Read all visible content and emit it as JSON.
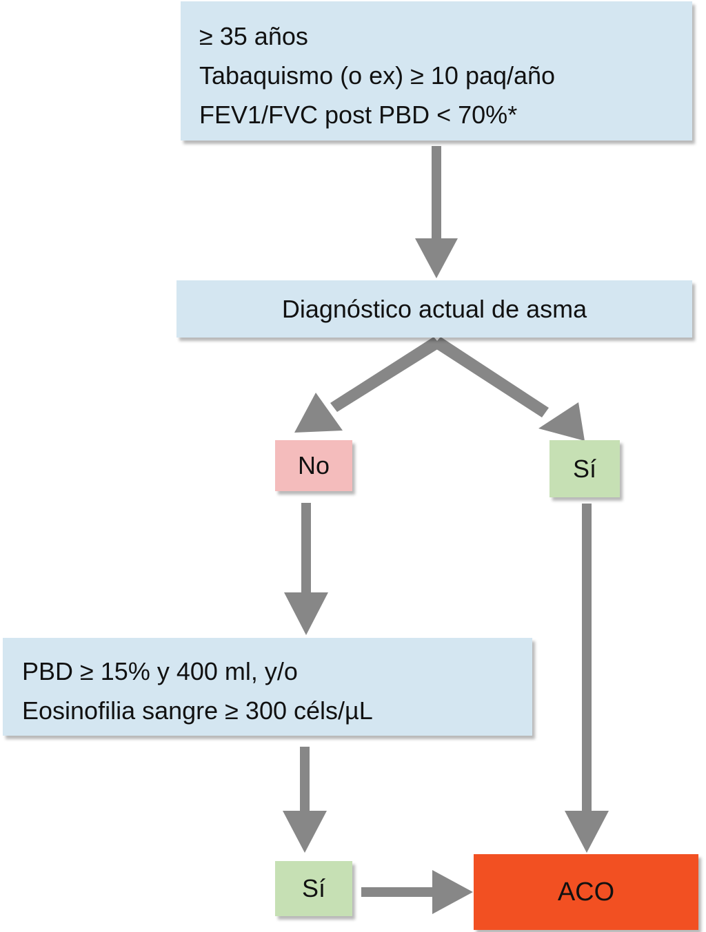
{
  "criteria": {
    "lines": [
      "≥ 35 años",
      "Tabaquismo (o ex) ≥ 10 paq/año",
      "FEV1/FVC post PBD < 70%*"
    ]
  },
  "asthma_box": {
    "label": "Diagnóstico actual de asma"
  },
  "branch_no": {
    "label": "No"
  },
  "branch_si_right": {
    "label": "Sí"
  },
  "pbd_box": {
    "lines": [
      "PBD ≥ 15% y 400 ml, y/o",
      "Eosinofilia sangre ≥ 300 céls/µL"
    ]
  },
  "branch_si_bottom": {
    "label": "Sí"
  },
  "result": {
    "label": "ACO"
  },
  "colors": {
    "criteria_box": "#d4e6f1",
    "no_box": "#f4bcbc",
    "yes_box": "#c6e0b4",
    "result_box": "#f25022",
    "arrow": "#878787"
  }
}
